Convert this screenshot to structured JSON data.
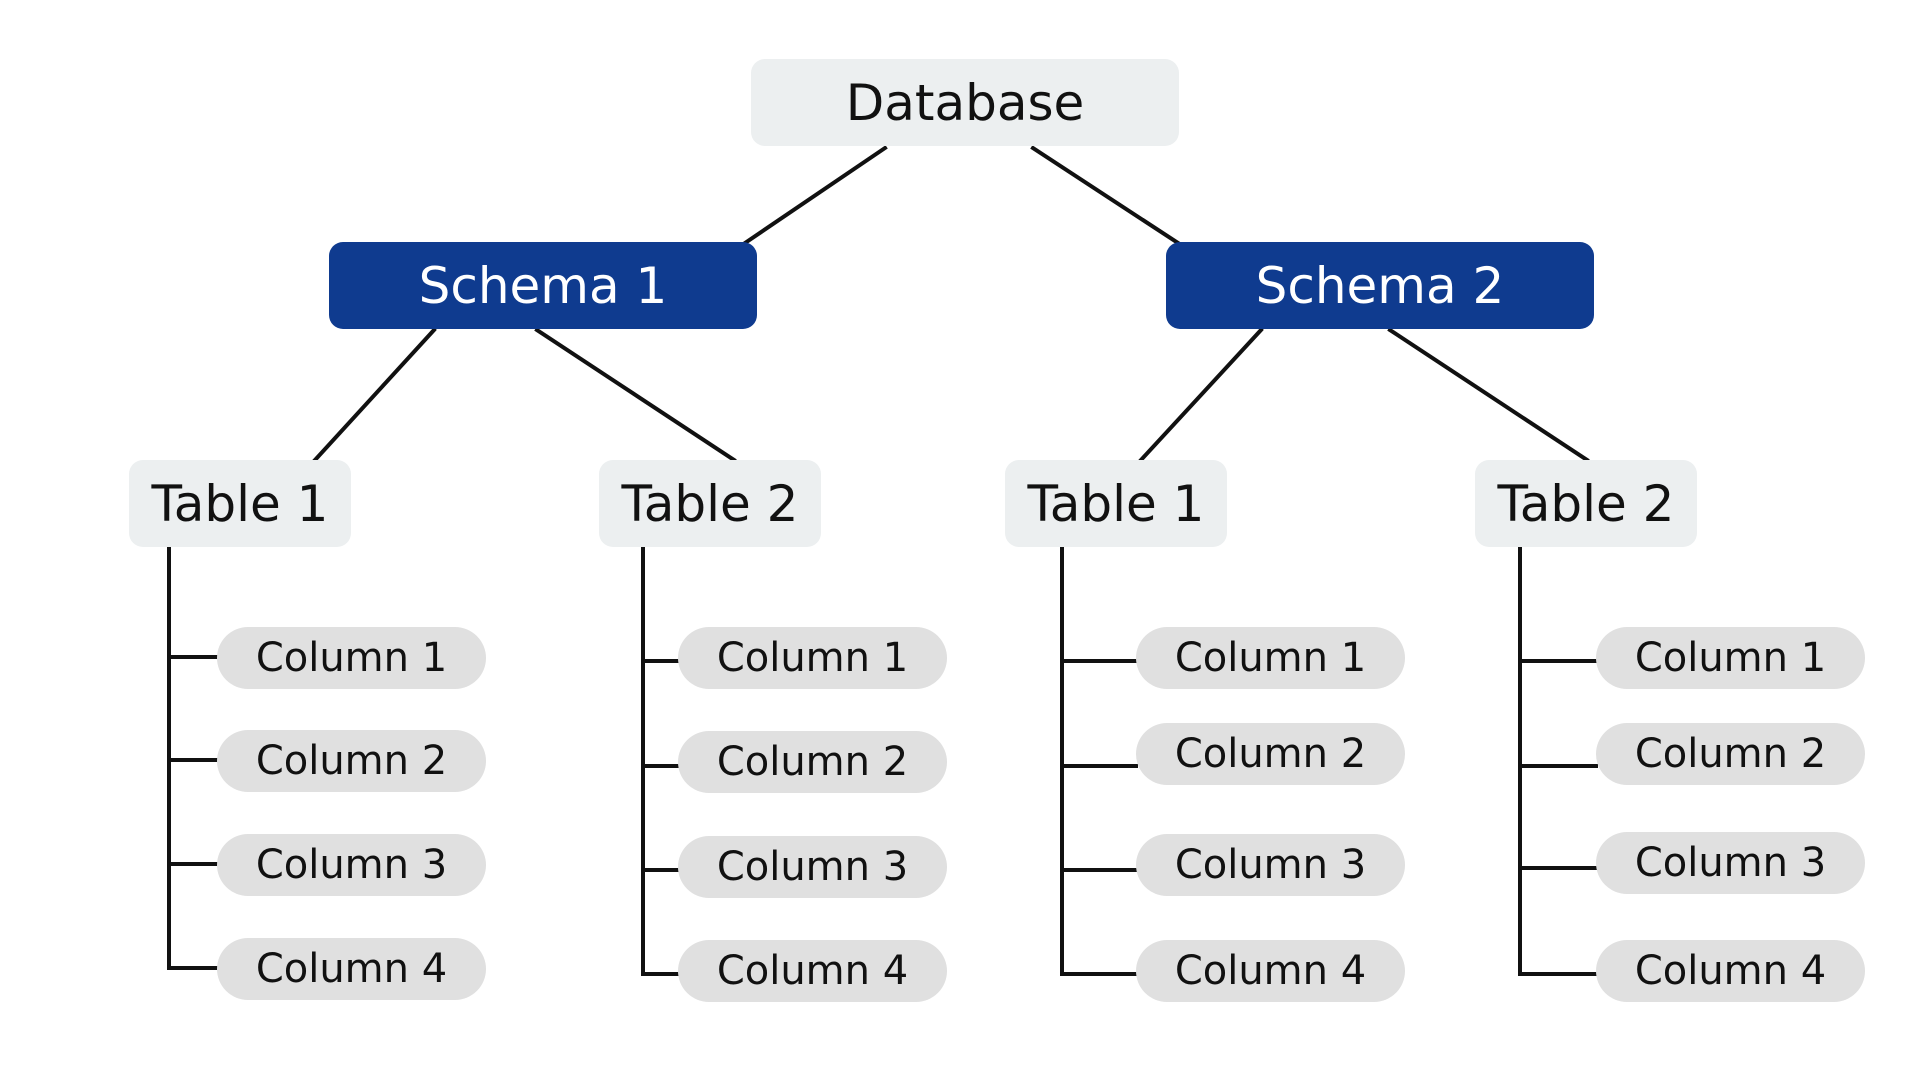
{
  "colors": {
    "schema_fill": "#0f3b8f",
    "light_node_fill": "#eceff0",
    "column_fill": "#e0e0e0",
    "connector": "#111111"
  },
  "root": {
    "label": "Database"
  },
  "schemas": [
    {
      "label": "Schema 1",
      "tables": [
        {
          "label": "Table 1",
          "columns": [
            "Column 1",
            "Column 2",
            "Column 3",
            "Column 4"
          ]
        },
        {
          "label": "Table 2",
          "columns": [
            "Column 1",
            "Column 2",
            "Column 3",
            "Column 4"
          ]
        }
      ]
    },
    {
      "label": "Schema 2",
      "tables": [
        {
          "label": "Table 1",
          "columns": [
            "Column 1",
            "Column 2",
            "Column 3",
            "Column 4"
          ]
        },
        {
          "label": "Table 2",
          "columns": [
            "Column 1",
            "Column 2",
            "Column 3",
            "Column 4"
          ]
        }
      ]
    }
  ]
}
